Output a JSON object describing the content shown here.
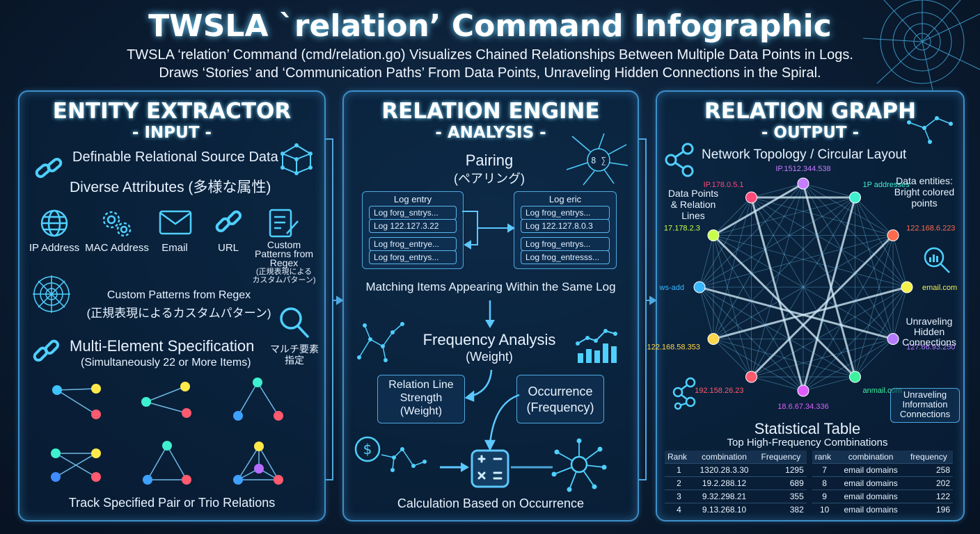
{
  "header": {
    "title": "TWSLA `relation’ Command Infographic",
    "subtitle_1": "TWSLA ‘relation’ Command (cmd/relation.go) Visualizes Chained Relationships Between Multiple Data Points in Logs.",
    "subtitle_2": "Draws ‘Stories’ and ‘Communication Paths’ From Data Points, Unraveling Hidden Connections in the Spiral."
  },
  "panel1": {
    "title": "ENTITY EXTRACTOR",
    "subtitle": "- INPUT -",
    "definable": "Definable Relational Source Data",
    "diverse": "Diverse Attributes (多様な属性)",
    "attrs": [
      "IP Address",
      "MAC Address",
      "Email",
      "URL"
    ],
    "custom_label_1": "Custom",
    "custom_label_2": "Patterns from",
    "custom_label_3": "Regex",
    "custom_label_jp_1": "(正規表現による",
    "custom_label_jp_2": "カスタムパターン)",
    "custom_patterns": "Custom Patterns from Regex",
    "custom_patterns_jp": "(正規表現によるカスタムパターン)",
    "multi": "Multi-Element Specification",
    "multi_sub": "(Simultaneously 22 or More Items)",
    "multi_jp_1": "マルチ要素",
    "multi_jp_2": "指定",
    "track": "Track Specified Pair or Trio Relations"
  },
  "panel2": {
    "title": "RELATION ENGINE",
    "subtitle": "- ANALYSIS -",
    "pairing": "Pairing",
    "pairing_jp": "(ペアリング)",
    "log_left_title": "Log entry",
    "log_left_rows": [
      "Log forg_sntrys...",
      "Log 122.127.3.22",
      "Log frog_entrye...",
      "Log forg_entrys..."
    ],
    "log_right_title": "Log eric",
    "log_right_rows": [
      "Log frog_entrys...",
      "Log 122.127.8.0.3",
      "Log frog_entrys...",
      "Log frog_entresss..."
    ],
    "matching": "Matching Items Appearing Within the Same Log",
    "freq": "Frequency Analysis",
    "freq_sub": "(Weight)",
    "strength_1": "Relation Line",
    "strength_2": "Strength",
    "strength_3": "(Weight)",
    "occurrence_1": "Occurrence",
    "occurrence_2": "(Frequency)",
    "calc": "Calculation Based on Occurrence"
  },
  "panel3": {
    "title": "RELATION GRAPH",
    "subtitle": "- OUTPUT -",
    "topology": "Network Topology / Circular Layout",
    "callout_points_1": "Data Points",
    "callout_points_2": "& Relation",
    "callout_points_3": "Lines",
    "callout_entities_1": "Data entities:",
    "callout_entities_2": "Bright colored",
    "callout_entities_3": "points",
    "callout_hidden_1": "Unraveling",
    "callout_hidden_2": "Hidden",
    "callout_hidden_3": "Connections",
    "callout_info_1": "Unraveling",
    "callout_info_2": "Information",
    "callout_info_3": "Connections",
    "nodes": [
      {
        "label": "IP.1512.344.538",
        "color": "#c77dff"
      },
      {
        "label": "1P addresses",
        "color": "#3ef0d0"
      },
      {
        "label": "122.168.6.223",
        "color": "#ff6a4d"
      },
      {
        "label": "email.com",
        "color": "#f4f04a"
      },
      {
        "label": "127.66.93.250",
        "color": "#b57bff"
      },
      {
        "label": "anmail.com",
        "color": "#3ef0a0"
      },
      {
        "label": "18.6.67.34.336",
        "color": "#e05cff"
      },
      {
        "label": "192.158.26.23",
        "color": "#ff5a6e"
      },
      {
        "label": "122.168.58.353",
        "color": "#ffd54a"
      },
      {
        "label": "ws-add",
        "color": "#38b6ff"
      },
      {
        "label": "17.178.2.3",
        "color": "#c8ff4a"
      },
      {
        "label": "IP.178.0.5.1",
        "color": "#ff4a7a"
      }
    ],
    "stats_title": "Statistical Table",
    "stats_subtitle": "Top High-Frequency Combinations",
    "table_headers": [
      "Rank",
      "combination",
      "Frequency",
      "rank",
      "combination",
      "frequency"
    ],
    "table_rows": [
      [
        "1",
        "1320.28.3.30",
        "1295",
        "7",
        "email domains",
        "258"
      ],
      [
        "2",
        "19.2.288.12",
        "689",
        "8",
        "email domains",
        "202"
      ],
      [
        "3",
        "9.32.298.21",
        "355",
        "9",
        "email domains",
        "122"
      ],
      [
        "4",
        "9.13.268.10",
        "382",
        "10",
        "email domains",
        "196"
      ]
    ]
  },
  "colors": {
    "accent": "#5cc8ff",
    "panel_border": "#3e8fc8",
    "background": "#0b1d33"
  }
}
